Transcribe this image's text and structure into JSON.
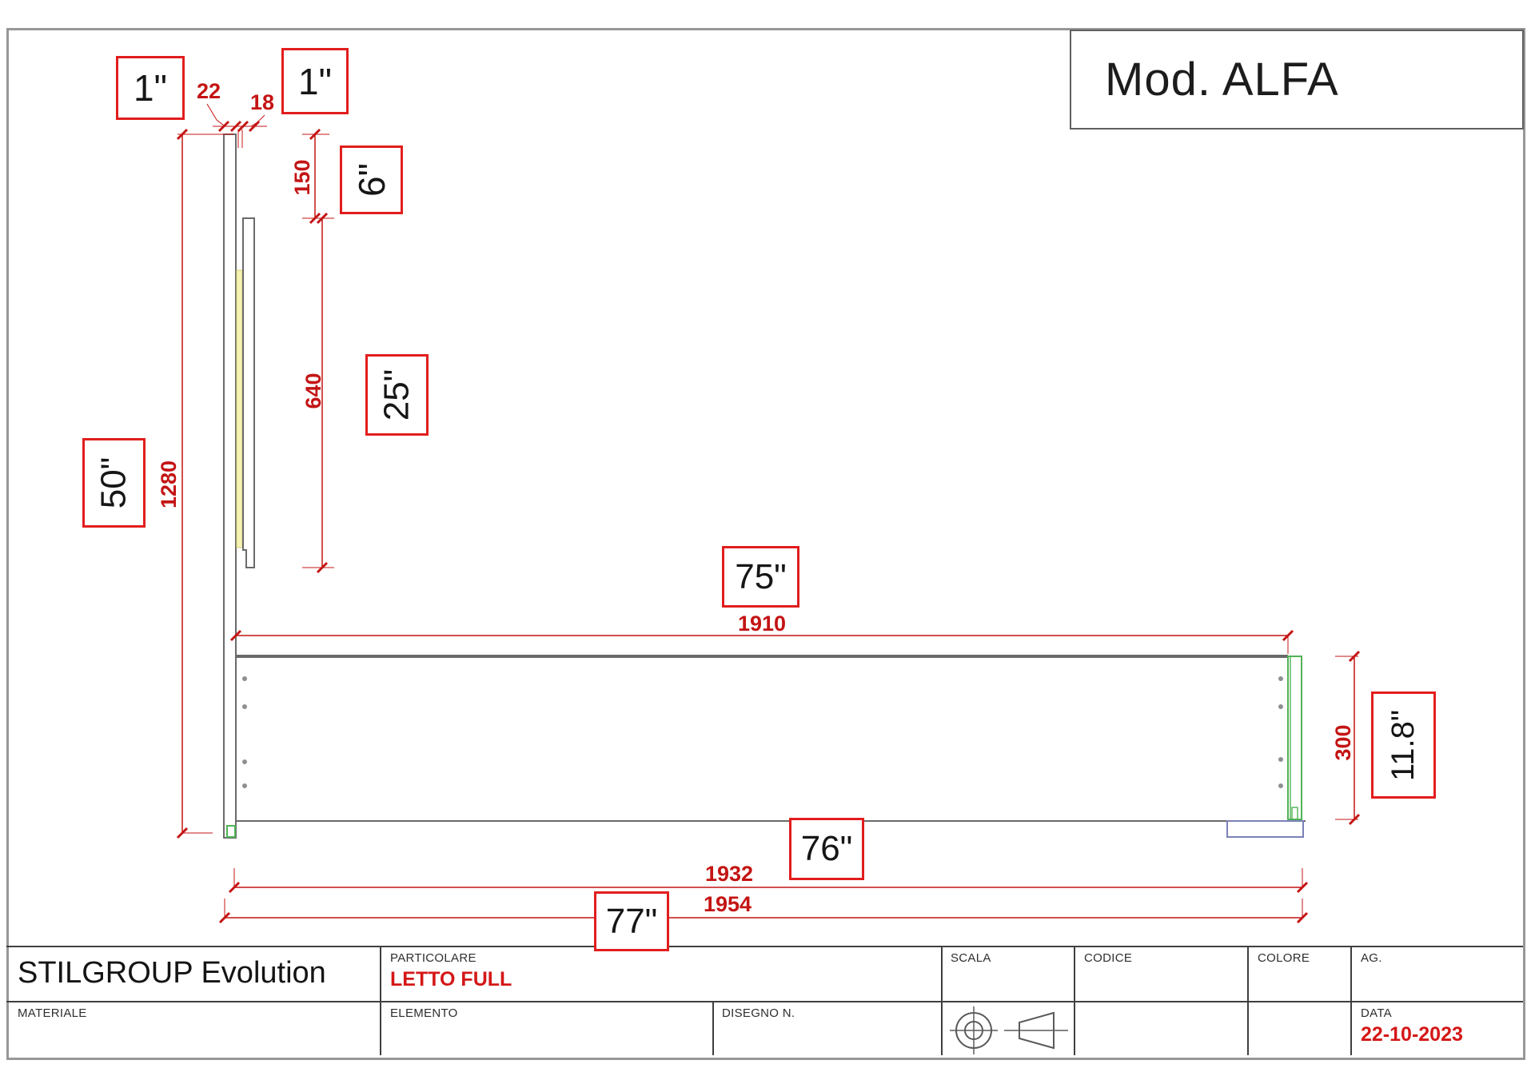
{
  "model": {
    "title": "Mod. ALFA"
  },
  "dims_mm": {
    "panel_thickness": "22",
    "rail_thickness": "18",
    "top_gap": "150",
    "rail_length": "640",
    "headboard_height": "1280",
    "frame_length": "1910",
    "frame_height": "300",
    "base_length": "1932",
    "overall_length": "1954"
  },
  "dims_in": {
    "panel_thickness": "1\"",
    "rail_thickness": "1\"",
    "top_gap": "6\"",
    "rail_length": "25\"",
    "headboard_height": "50\"",
    "frame_length": "75\"",
    "frame_height": "11.8\"",
    "base_length": "76\"",
    "overall_length": "77\""
  },
  "titleblock": {
    "company": "STILGROUP Evolution",
    "particolare_label": "PARTICOLARE",
    "particolare_value": "LETTO FULL",
    "materiale_label": "MATERIALE",
    "elemento_label": "ELEMENTO",
    "disegno_label": "DISEGNO N.",
    "scala_label": "SCALA",
    "codice_label": "CODICE",
    "colore_label": "COLORE",
    "ag_label": "AG.",
    "data_label": "DATA",
    "data_value": "22-10-2023"
  },
  "colors": {
    "dimension_red": "#c41414",
    "box_red": "#e21d1d",
    "line_gray": "#6a6a6a",
    "led_yellow": "#f7f4b2",
    "panel_green": "#4fb356",
    "foot_blue": "#7b80b8"
  }
}
